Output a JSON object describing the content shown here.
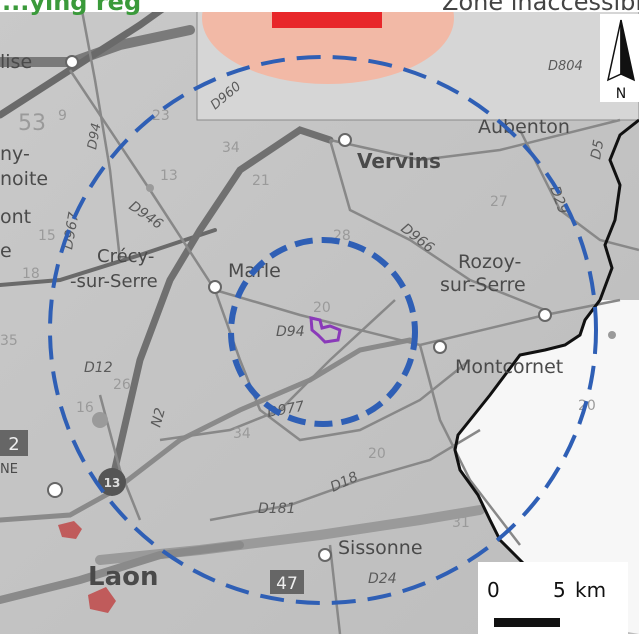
{
  "header": {
    "title_fragment": "...ying reg",
    "top_right_fragment": "Zone inaccessible"
  },
  "compass": {
    "label": "N"
  },
  "places": {
    "vervins": "Vervins",
    "marle": "Marle",
    "crecy_1": "Crécy-",
    "crecy_2": "-sur-Serre",
    "rozoy_1": "Rozoy-",
    "rozoy_2": "sur-Serre",
    "montcornet": "Montcornet",
    "sissonne": "Sissonne",
    "laon": "Laon",
    "aubenton": "Aubenton",
    "left_1": "lise",
    "left_2": "ny-",
    "left_3": "noite",
    "left_4": "ont",
    "left_5": "e",
    "left_6": "NE"
  },
  "roads": {
    "d946": "D946",
    "d967": "D967",
    "d966": "D966",
    "d94": "D94",
    "d977": "D977",
    "d18": "D18",
    "d181": "D181",
    "d12": "D12",
    "d24": "D24",
    "n2": "N2",
    "d5": "D5",
    "d29": "D29",
    "d804": "D804",
    "d960": "D960",
    "d94_top": "D94",
    "n13": "13",
    "a2": "2",
    "a47": "47"
  },
  "numbers": [
    "34",
    "21",
    "13",
    "15",
    "18",
    "9",
    "53",
    "27",
    "23",
    "28",
    "20",
    "26",
    "16",
    "34",
    "20",
    "31",
    "35",
    "20"
  ],
  "scale_bar": {
    "start": "0",
    "end": "5",
    "unit": "km"
  },
  "colors": {
    "buffer": "#2f5fb5",
    "site": "#8a3ab9",
    "header_title": "#3a9a3a",
    "zone_fill": "#f2b9a6",
    "zone_core": "#e8272a",
    "border": "#111111"
  }
}
